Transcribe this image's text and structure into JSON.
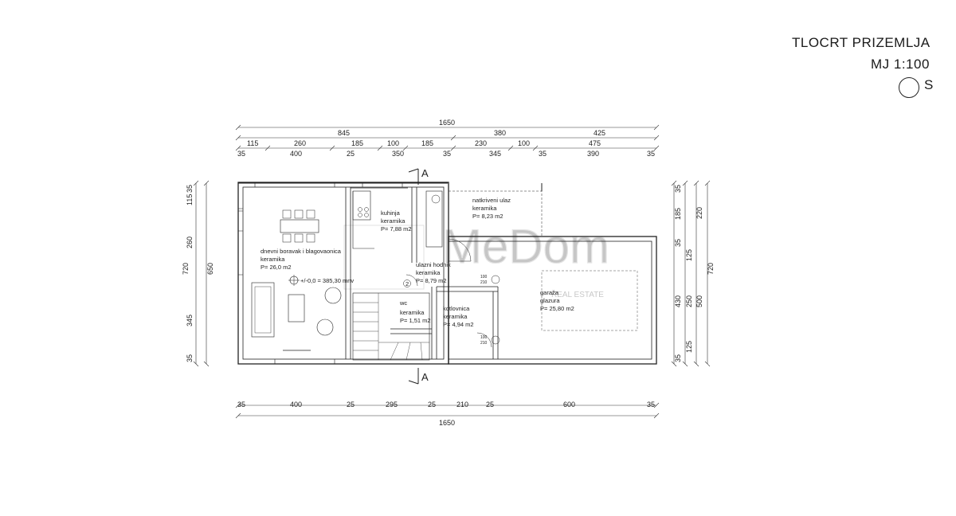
{
  "title": {
    "line1": "TLOCRT PRIZEMLJA",
    "line2": "MJ  1:100",
    "north": "S"
  },
  "section_marker": "A",
  "watermark": {
    "brand": "MeDom",
    "tagline": "REAL ESTATE"
  },
  "dims": {
    "top_total": "1650",
    "top_row1": [
      "845",
      "380",
      "425"
    ],
    "top_row2": [
      "115",
      "260",
      "185",
      "100",
      "185",
      "230",
      "100",
      "475"
    ],
    "top_row3": [
      "35",
      "400",
      "25",
      "350",
      "35",
      "345",
      "35",
      "390",
      "35"
    ],
    "bottom_row": [
      "35",
      "400",
      "25",
      "295",
      "25",
      "210",
      "25",
      "600",
      "35"
    ],
    "bottom_total": "1650",
    "left_outer": "720",
    "left_mid": "650",
    "left_row": [
      "35",
      "115",
      "260",
      "345",
      "35"
    ],
    "right_row": [
      "35",
      "185",
      "35",
      "125",
      "430",
      "125",
      "35"
    ],
    "right_mid": [
      "220",
      "250"
    ],
    "right_mid2": [
      "500"
    ],
    "right_outer": "720"
  },
  "rooms": [
    {
      "name": "dnevni boravak i blagovaonica",
      "floor": "keramika",
      "area": "P= 26,0 m2"
    },
    {
      "name": "kuhinja",
      "floor": "keramika",
      "area": "P= 7,88 m2"
    },
    {
      "name": "natkriveni ulaz",
      "floor": "keramika",
      "area": "P= 8,23 m2"
    },
    {
      "name": "ulazni hodnik",
      "floor": "keramika",
      "area": "P= 8,79 m2"
    },
    {
      "name": "garaža",
      "floor": "glazura",
      "area": "P= 25,80 m2"
    },
    {
      "name": "kotlovnica",
      "floor": "keramika",
      "area": "P= 4,94 m2"
    },
    {
      "name": "wc",
      "floor": "keramika",
      "area": "P= 1,51 m2"
    }
  ],
  "level_mark": "+/-0,0 = 385,30 mnv",
  "doors": [
    {
      "w": "100",
      "h": "210"
    },
    {
      "w": "100",
      "h": "210"
    }
  ],
  "stair_number": "2"
}
